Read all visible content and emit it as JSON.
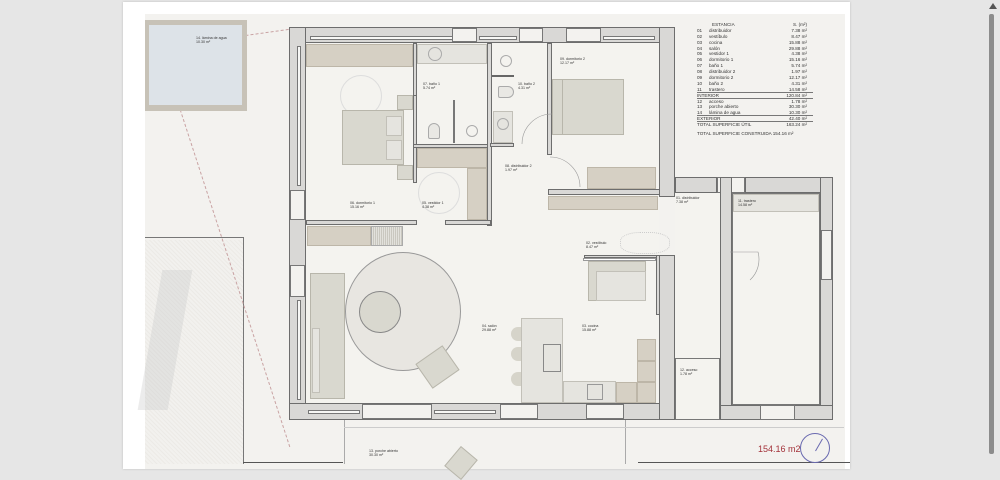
{
  "viewer": {
    "scrollbar": {
      "up_arrow": "scroll-up-icon"
    }
  },
  "plan": {
    "total_area_label": "154.16 m2",
    "north_icon": "compass-icon"
  },
  "legend": {
    "header": {
      "name": "ESTANCIA",
      "value": "S. (m²)"
    },
    "rows": [
      {
        "num": "01",
        "name": "distribuidor",
        "value": "7.38 m²"
      },
      {
        "num": "02",
        "name": "vestíbulo",
        "value": "8.47 m²"
      },
      {
        "num": "03",
        "name": "cocina",
        "value": "15.88 m²"
      },
      {
        "num": "04",
        "name": "salón",
        "value": "29.88 m²"
      },
      {
        "num": "05",
        "name": "vestidor 1",
        "value": "4.38 m²"
      },
      {
        "num": "06",
        "name": "dormitorio 1",
        "value": "15.16 m²"
      },
      {
        "num": "07",
        "name": "baño 1",
        "value": "5.74 m²"
      },
      {
        "num": "08",
        "name": "distribuidor 2",
        "value": "1.97 m²"
      },
      {
        "num": "09",
        "name": "dormitorio 2",
        "value": "12.17 m²"
      },
      {
        "num": "10",
        "name": "baño 2",
        "value": "4.31 m²"
      },
      {
        "num": "11",
        "name": "trastero",
        "value": "14.58 m²"
      }
    ],
    "interior": {
      "name": "INTERIOR",
      "value": "120.84 m²"
    },
    "exterior_rows": [
      {
        "num": "12",
        "name": "acceso",
        "value": "1.78 m²"
      },
      {
        "num": "13",
        "name": "porche abierto",
        "value": "30.30 m²"
      },
      {
        "num": "14",
        "name": "lámina de agua",
        "value": "10.30 m²"
      }
    ],
    "exterior": {
      "name": "EXTERIOR",
      "value": "42.40 m²"
    },
    "util": {
      "name": "TOTAL SUPERFICIE ÚTIL",
      "value": "163.24 m²"
    },
    "construida": "TOTAL SUPERFICIE CONSTRUIDA  154.16 m²"
  },
  "rooms": {
    "r01": {
      "name": "01. distribuidor",
      "area": "7.38 m²"
    },
    "r02": {
      "name": "02. vestíbulo",
      "area": "8.47 m²"
    },
    "r03": {
      "name": "03. cocina",
      "area": "15.88 m²"
    },
    "r04": {
      "name": "04. salón",
      "area": "29.88 m²"
    },
    "r05": {
      "name": "05. vestidor 1",
      "area": "4.38 m²"
    },
    "r06": {
      "name": "06. dormitorio 1",
      "area": "15.16 m²"
    },
    "r07": {
      "name": "07. baño 1",
      "area": "5.74 m²"
    },
    "r08": {
      "name": "08. distribuidor 2",
      "area": "1.97 m²"
    },
    "r09": {
      "name": "09. dormitorio 2",
      "area": "12.17 m²"
    },
    "r10": {
      "name": "10. baño 2",
      "area": "4.31 m²"
    },
    "r11": {
      "name": "11. trastero",
      "area": "14.58 m²"
    },
    "r12": {
      "name": "12. acceso",
      "area": "1.78 m²"
    },
    "r13": {
      "name": "13. porche abierto",
      "area": "30.30 m²"
    },
    "r14": {
      "name": "14. lámina de agua",
      "area": "10.30 m²"
    }
  }
}
